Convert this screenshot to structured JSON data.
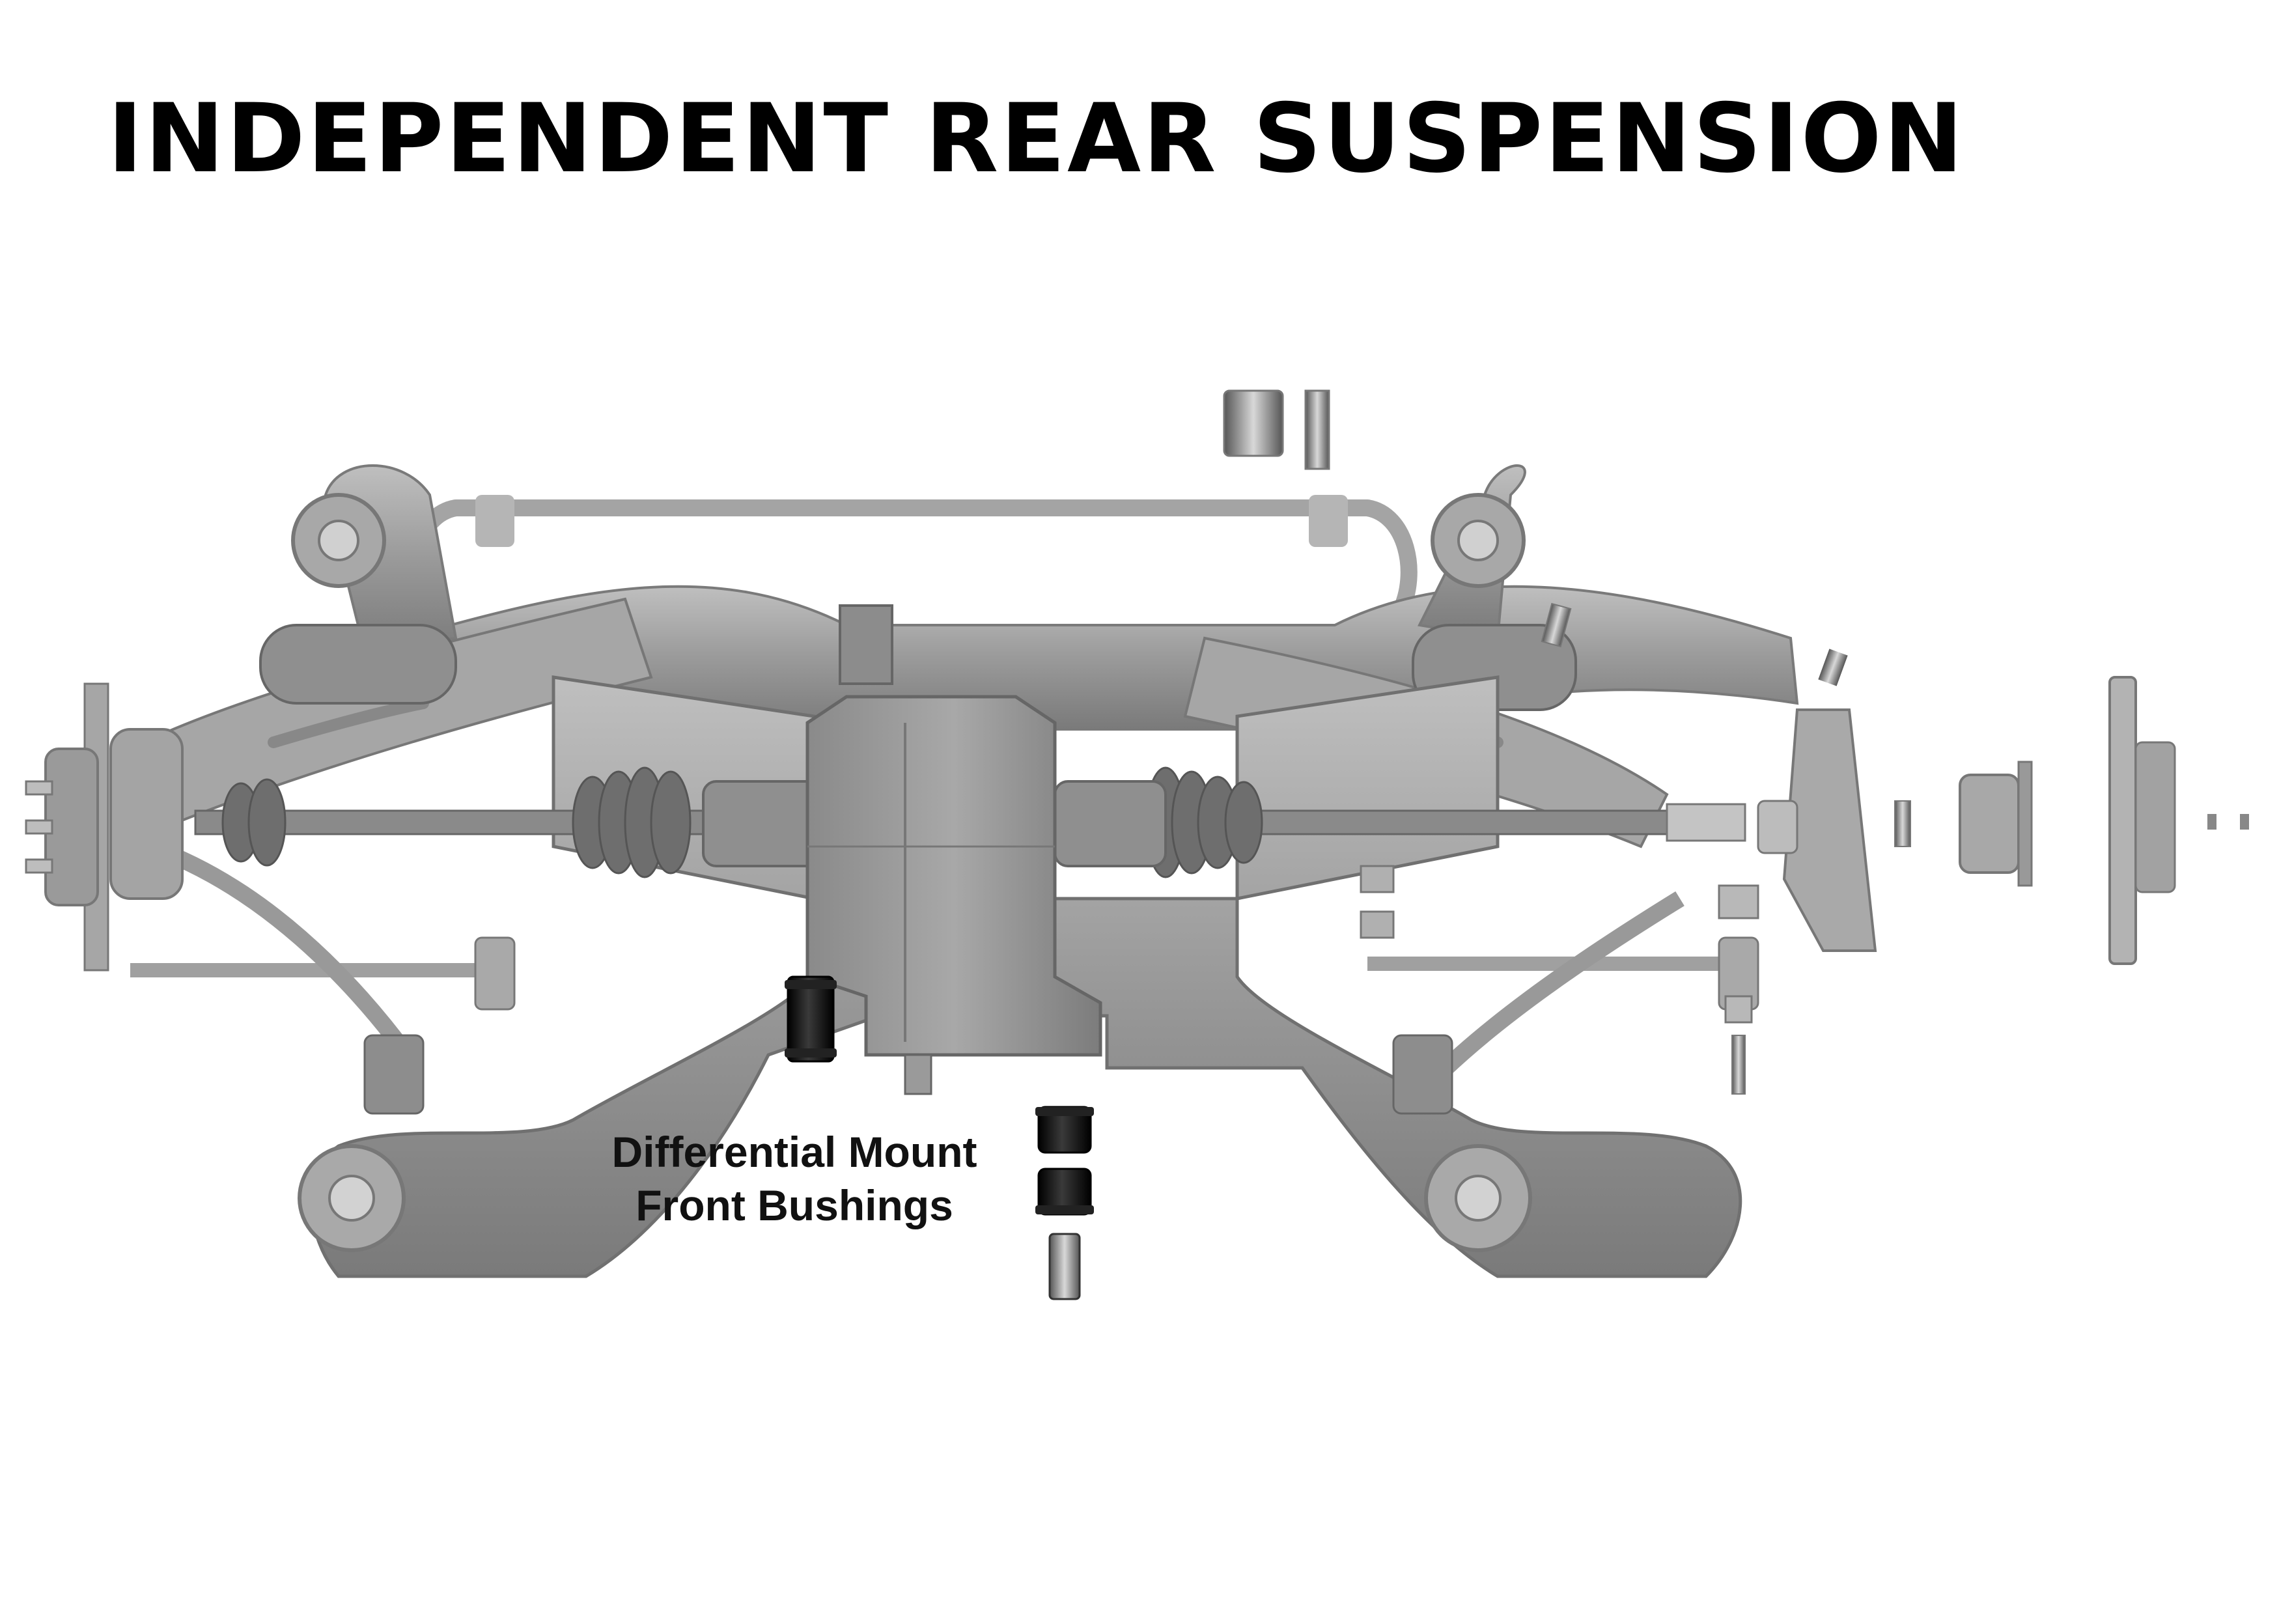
{
  "title": "INDEPENDENT REAR SUSPENSION",
  "callout": {
    "line1": "Differential Mount",
    "line2": "Front Bushings"
  },
  "colors": {
    "background": "#ffffff",
    "title_text": "#000000",
    "frame_gray": "#9a9a9a",
    "frame_dark": "#6f6f6f",
    "frame_light": "#bdbdbd",
    "bushing_black": "#111111",
    "sleeve_metal": "#8c8c8c"
  },
  "icons": [
    "differential-mount-bushing-icon",
    "bushing-sleeve-icon"
  ]
}
